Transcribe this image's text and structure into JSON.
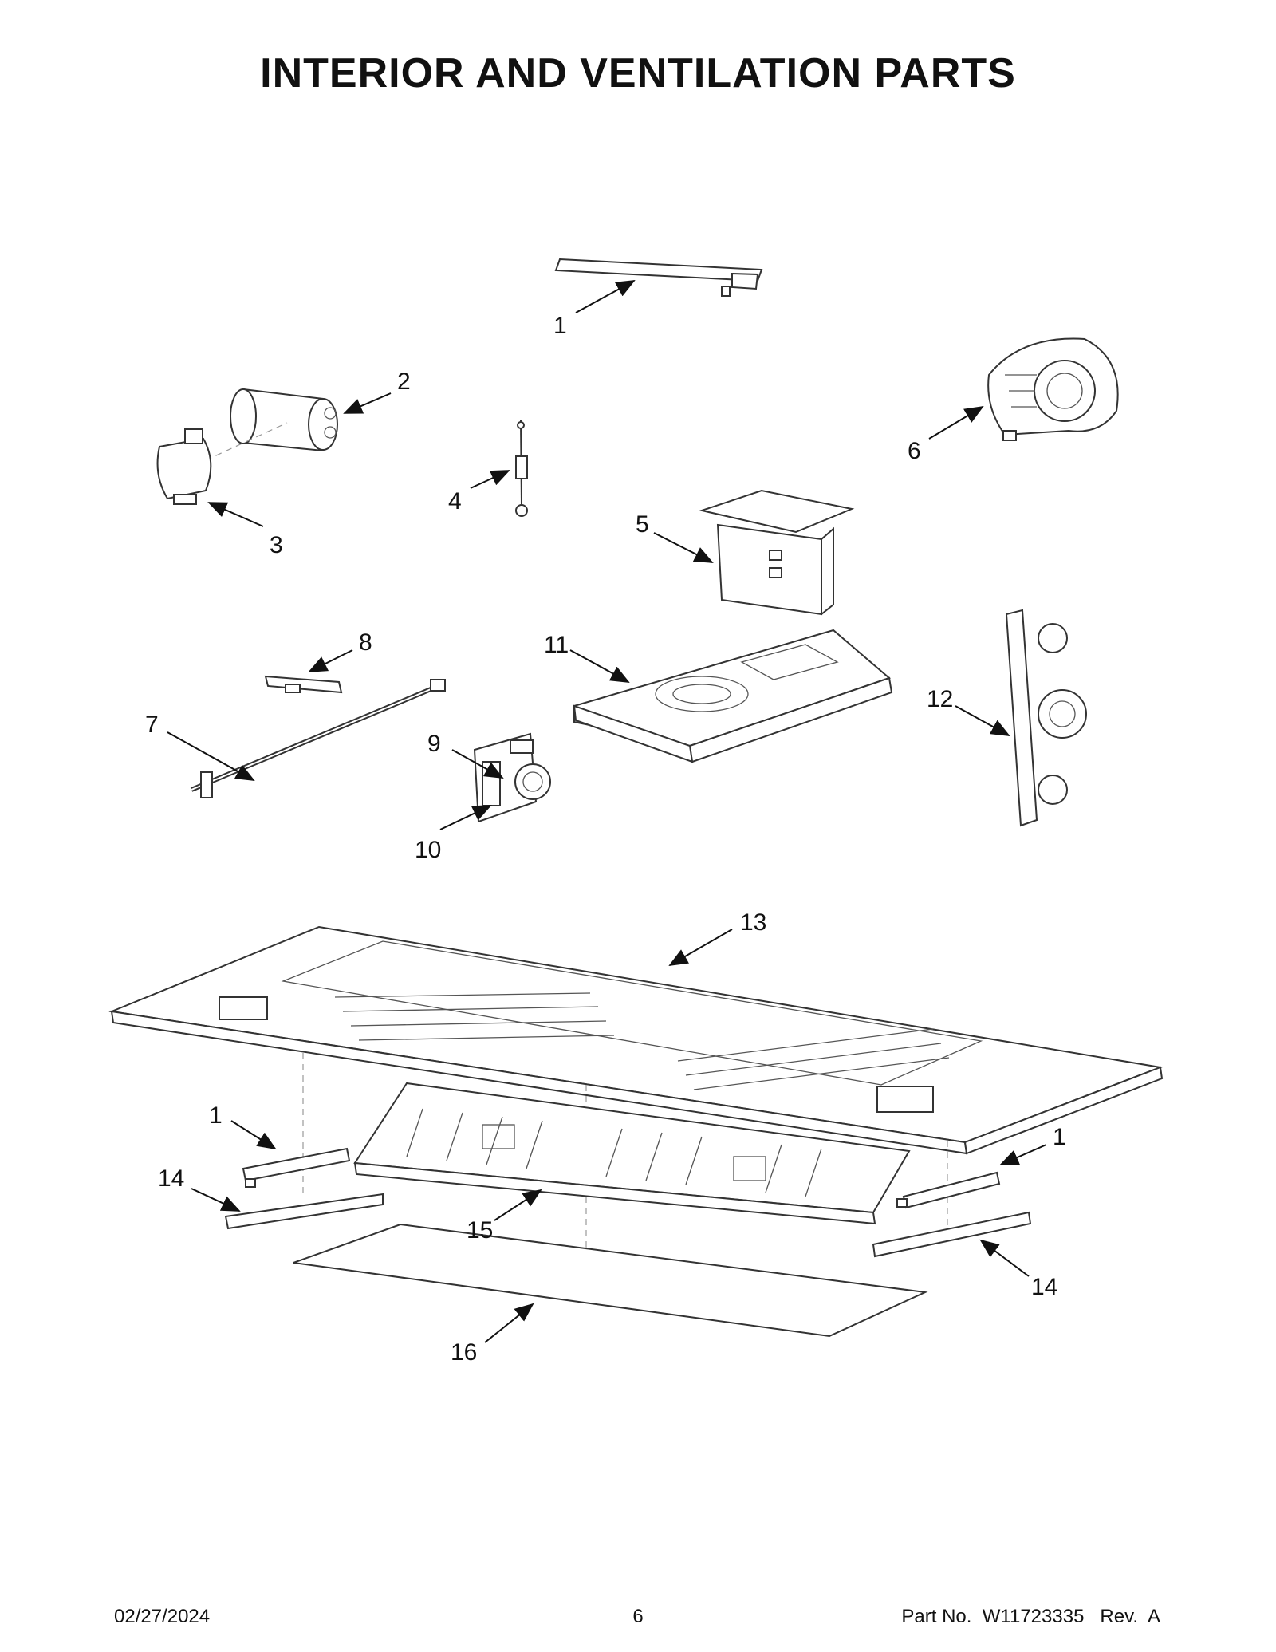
{
  "title": "INTERIOR AND VENTILATION PARTS",
  "callouts": [
    {
      "id": "c1a",
      "label": "1"
    },
    {
      "id": "c2",
      "label": "2"
    },
    {
      "id": "c3",
      "label": "3"
    },
    {
      "id": "c4",
      "label": "4"
    },
    {
      "id": "c5",
      "label": "5"
    },
    {
      "id": "c6",
      "label": "6"
    },
    {
      "id": "c7",
      "label": "7"
    },
    {
      "id": "c8",
      "label": "8"
    },
    {
      "id": "c9",
      "label": "9"
    },
    {
      "id": "c10",
      "label": "10"
    },
    {
      "id": "c11",
      "label": "11"
    },
    {
      "id": "c12",
      "label": "12"
    },
    {
      "id": "c13",
      "label": "13"
    },
    {
      "id": "c1b",
      "label": "1"
    },
    {
      "id": "c14a",
      "label": "14"
    },
    {
      "id": "c15",
      "label": "15"
    },
    {
      "id": "c1c",
      "label": "1"
    },
    {
      "id": "c14b",
      "label": "14"
    },
    {
      "id": "c16",
      "label": "16"
    }
  ],
  "footer": {
    "date": "02/27/2024",
    "page": "6",
    "part_no": "Part No.  W11723335   Rev.  A"
  }
}
